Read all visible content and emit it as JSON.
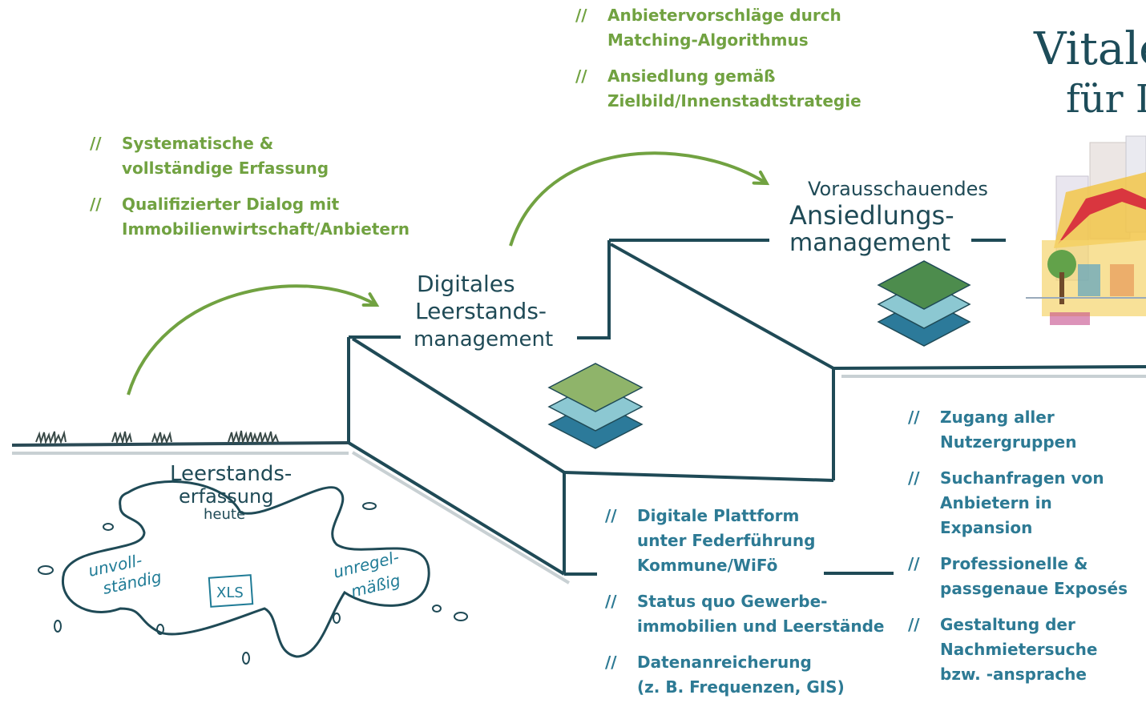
{
  "title_partial": {
    "line1": "Vitale",
    "line2": "für I"
  },
  "top_bullets": [
    {
      "marker": "//",
      "text": "Anbietervorschläge durch\nMatching-Algorithmus"
    },
    {
      "marker": "//",
      "text": "Ansiedlung gemäß\nZielbild/Innenstadtstrategie"
    }
  ],
  "left_bullets": [
    {
      "marker": "//",
      "text": "Systematische &\nvollständige Erfassung"
    },
    {
      "marker": "//",
      "text": "Qualifizierter Dialog mit\nImmobilienwirtschaft/Anbietern"
    }
  ],
  "middle_bullets": [
    {
      "marker": "//",
      "text": "Digitale Plattform\nunter Federführung\nKommune/WiFö"
    },
    {
      "marker": "//",
      "text": "Status quo Gewerbe-\nimmobilien und Leerstände"
    },
    {
      "marker": "//",
      "text": "Datenanreicherung\n(z. B. Frequenzen, GIS)"
    }
  ],
  "right_bullets": [
    {
      "marker": "//",
      "text": "Zugang aller\nNutzergruppen"
    },
    {
      "marker": "//",
      "text": "Suchanfragen von\nAnbietern in Expansion"
    },
    {
      "marker": "//",
      "text": "Professionelle &\npassgenaue Exposés"
    },
    {
      "marker": "//",
      "text": "Gestaltung der\nNachmietersuche\nbzw. -ansprache"
    }
  ],
  "step_labels": {
    "ground": {
      "line1": "Leerstands-",
      "line2": "erfassung",
      "line3": "heute"
    },
    "step1": {
      "line1": "Digitales",
      "line2": "Leerstands-",
      "line3": "management"
    },
    "step2": {
      "line1": "Vorausschauendes",
      "line2": "Ansiedlungs-",
      "line3": "management"
    }
  },
  "puddle_notes": {
    "left_line1": "unvoll-",
    "left_line2": "ständig",
    "center": "XLS",
    "right_line1": "unregel-",
    "right_line2": "mäßig"
  },
  "colors": {
    "green": "#71a241",
    "blue": "#2d7a94",
    "ink": "#1f4a56",
    "layer_green": "#8fb46a",
    "layer_light": "#8cc8d2",
    "layer_dark": "#2c7a9a"
  }
}
